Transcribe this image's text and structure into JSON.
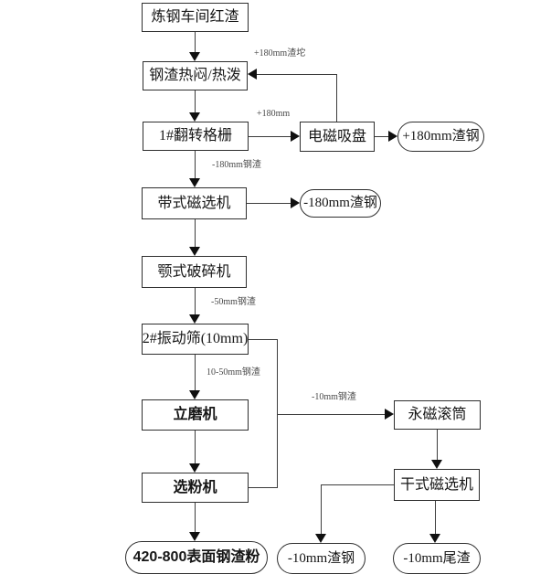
{
  "diagram": {
    "type": "flowchart",
    "colors": {
      "line": "#3c3c3c",
      "border": "#2e2e2e",
      "text": "#161616",
      "edge_label_text": "#4a4a4a",
      "background": "#ffffff"
    },
    "nodes": {
      "n1": {
        "label": "炼钢车间红渣",
        "shape": "rect"
      },
      "n2": {
        "label": "钢渣热闷/热泼",
        "shape": "rect"
      },
      "n3": {
        "label": "1#翻转格栅",
        "shape": "rect"
      },
      "n4": {
        "label": "电磁吸盘",
        "shape": "rect"
      },
      "n5": {
        "label": "+180mm渣钢",
        "shape": "pill"
      },
      "n6": {
        "label": "带式磁选机",
        "shape": "rect"
      },
      "n7": {
        "label": "-180mm渣钢",
        "shape": "pill"
      },
      "n8": {
        "label": "颚式破碎机",
        "shape": "rect"
      },
      "n9": {
        "label": "2#振动筛(10mm)",
        "shape": "rect"
      },
      "n10": {
        "label": "立磨机",
        "shape": "rect",
        "bold": true
      },
      "n11": {
        "label": "选粉机",
        "shape": "rect",
        "bold": true
      },
      "n12": {
        "label": "420-800表面钢渣粉",
        "shape": "pill",
        "bold": true
      },
      "n13": {
        "label": "永磁滚筒",
        "shape": "rect"
      },
      "n14": {
        "label": "干式磁选机",
        "shape": "rect"
      },
      "n15": {
        "label": "-10mm渣钢",
        "shape": "pill"
      },
      "n16": {
        "label": "-10mm尾渣",
        "shape": "pill"
      }
    },
    "edge_labels": {
      "l1": {
        "text": "+180mm渣坨"
      },
      "l2": {
        "text": "+180mm"
      },
      "l3": {
        "text": "-180mm钢渣"
      },
      "l4": {
        "text": "-50mm钢渣"
      },
      "l5": {
        "text": "10-50mm钢渣"
      },
      "l6": {
        "text": "-10mm钢渣"
      }
    },
    "edges": [
      "炼钢车间红渣 -> 钢渣热闷/热泼",
      "钢渣热闷/热泼 -> 1#翻转格栅",
      "1#翻转格栅 -(+180mm)-> 电磁吸盘",
      "电磁吸盘 -> +180mm渣钢",
      "电磁吸盘 -(+180mm渣坨)-> 钢渣热闷/热泼",
      "1#翻转格栅 -(-180mm钢渣)-> 带式磁选机",
      "带式磁选机 -> -180mm渣钢",
      "带式磁选机 -> 颚式破碎机",
      "颚式破碎机 -(-50mm钢渣)-> 2#振动筛(10mm)",
      "2#振动筛(10mm) -(10-50mm钢渣)-> 立磨机",
      "2#振动筛(10mm) -(-10mm钢渣)-> 永磁滚筒",
      "选粉机 -(-10mm钢渣)-> 永磁滚筒",
      "立磨机 -> 选粉机",
      "选粉机 -> 420-800表面钢渣粉",
      "永磁滚筒 -> 干式磁选机",
      "干式磁选机 -> -10mm渣钢",
      "干式磁选机 -> -10mm尾渣"
    ]
  }
}
